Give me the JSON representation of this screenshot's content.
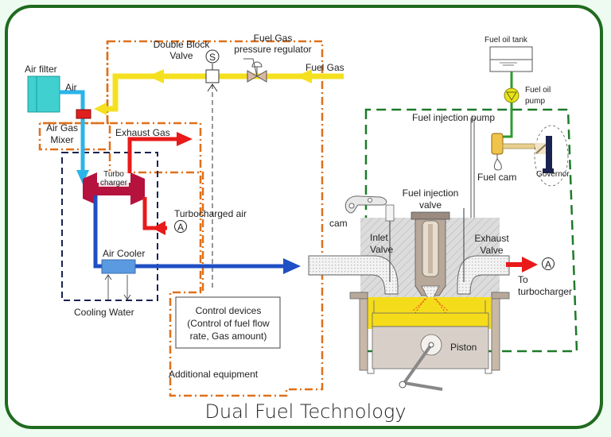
{
  "title": "Dual Fuel Technology",
  "labels": {
    "air_filter": "Air filter",
    "air": "Air",
    "air_gas_mixer_1": "Air Gas",
    "air_gas_mixer_2": "Mixer",
    "double_block_1": "Double Block",
    "double_block_2": "Valve",
    "solenoid": "S",
    "fuel_gas_reg_1": "Fuel Gas",
    "fuel_gas_reg_2": "pressure regulator",
    "fuel_gas": "Fuel Gas",
    "exhaust_gas": "Exhaust Gas",
    "turbo_1": "Turbo",
    "turbo_2": "charger",
    "turbocharged_air": "Turbocharged air",
    "marker_a": "A",
    "air_cooler": "Air Cooler",
    "cooling_water": "Cooling Water",
    "control_1": "Control devices",
    "control_2": "(Control of fuel flow",
    "control_3": "rate, Gas amount)",
    "additional_equipment": "Additional equipment",
    "fuel_oil_tank": "Fuel oil tank",
    "fuel_oil_pump_1": "Fuel oil",
    "fuel_oil_pump_2": "pump",
    "fuel_injection_pump": "Fuel injection pump",
    "fuel_cam": "Fuel cam",
    "governor": "Governor",
    "fuel_injection_valve_1": "Fuel injection",
    "fuel_injection_valve_2": "valve",
    "cam": "cam",
    "inlet_valve_1": "Inlet",
    "inlet_valve_2": "Valve",
    "exhaust_valve_1": "Exhaust",
    "exhaust_valve_2": "Valve",
    "to_turbo_1": "To",
    "to_turbo_2": "turbocharger",
    "piston": "Piston"
  },
  "colors": {
    "frame": "#1f6b1f",
    "fuel_gas_line": "#f5e020",
    "air_line": "#2bb5e8",
    "charge_air_line": "#1f4fc4",
    "exhaust_line": "#e81a1a",
    "turbo": "#b5123e",
    "fuel_oil_line": "#2e9a2e",
    "additional_boundary": "#e0701a",
    "engine_boundary": "#1e7a2a",
    "turbo_boundary": "#1a2350",
    "combustion": "#f5dc1a"
  }
}
